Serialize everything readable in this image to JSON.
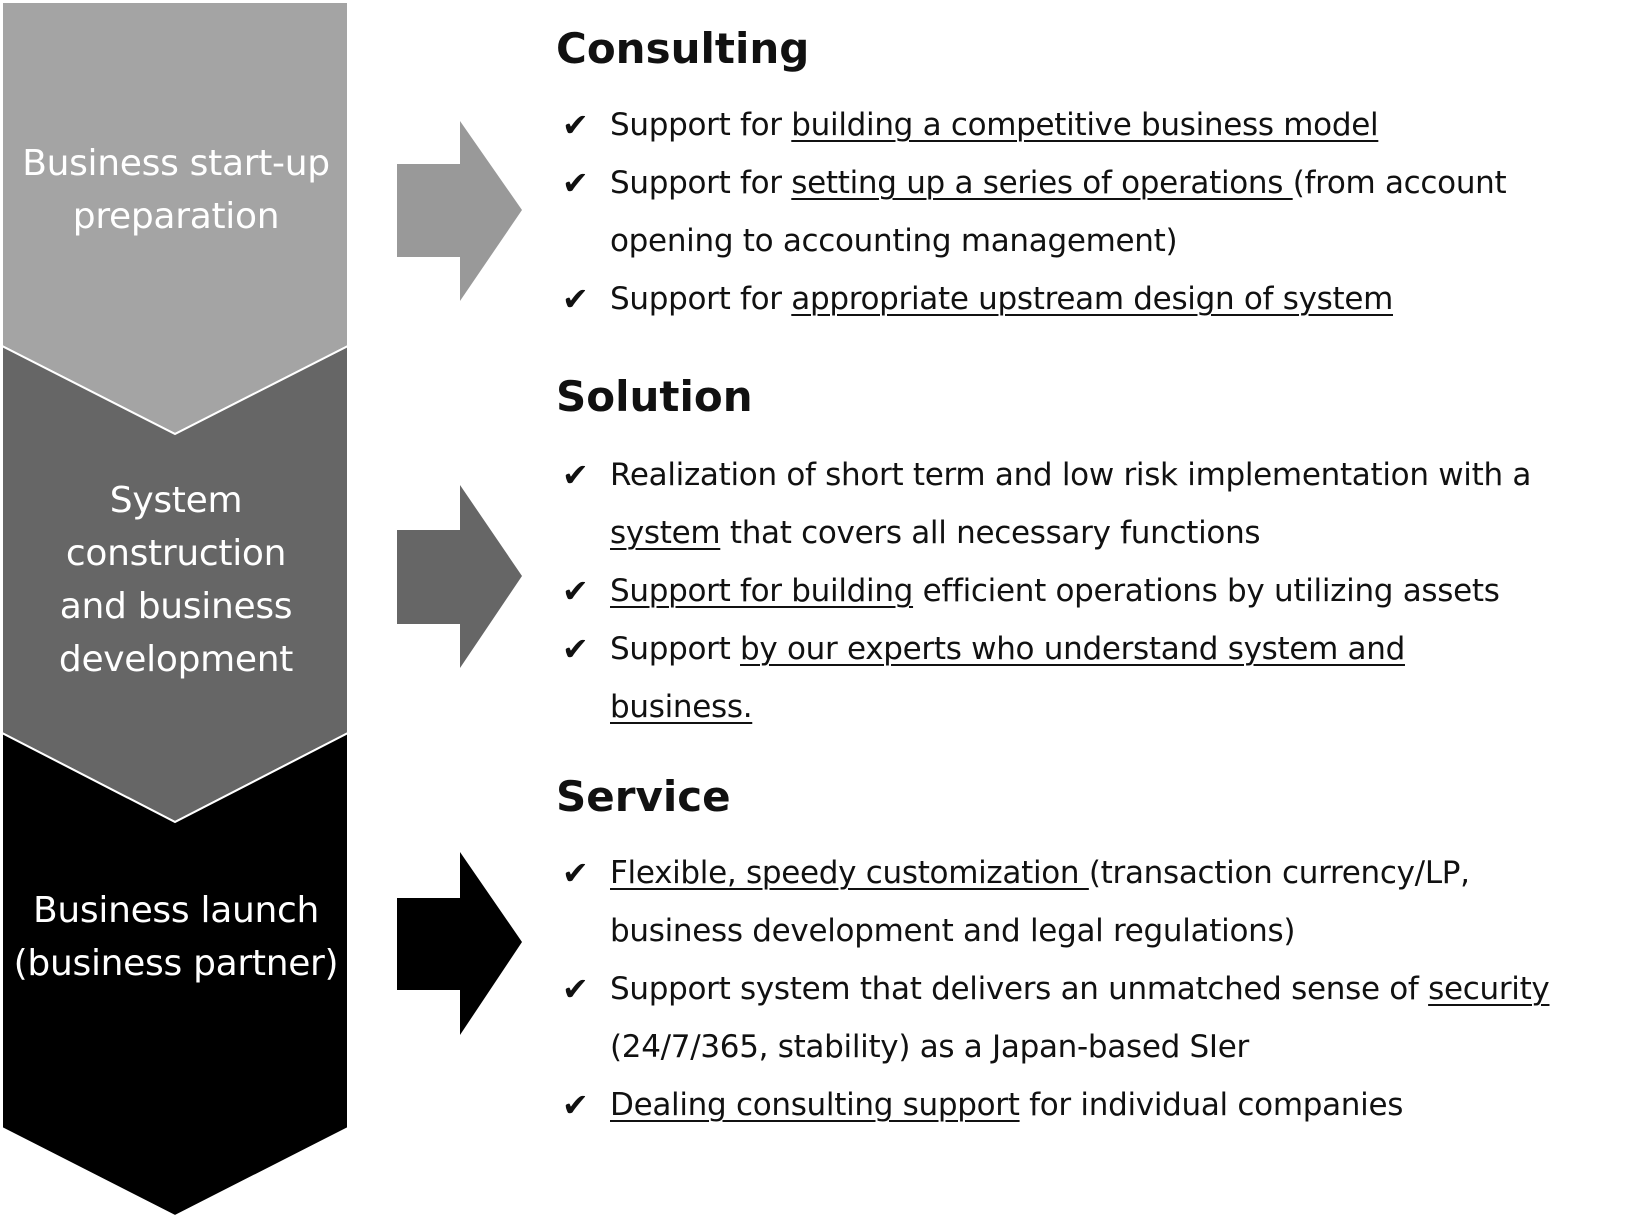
{
  "colors": {
    "stage1": "#a4a4a4",
    "stage2": "#666666",
    "stage3": "#000000",
    "arrow1": "#999999",
    "arrow2": "#666666",
    "arrow3": "#000000"
  },
  "stages": [
    {
      "label_lines": [
        "Business start-up",
        "preparation"
      ]
    },
    {
      "label_lines": [
        "System",
        "construction",
        "and business",
        "development"
      ]
    },
    {
      "label_lines": [
        "Business launch",
        "(business partner)"
      ]
    }
  ],
  "sections": [
    {
      "title": "Consulting",
      "bullets": [
        {
          "lines": [
            [
              {
                "t": "Support for ",
                "u": false
              },
              {
                "t": "building a competitive business model",
                "u": true
              }
            ]
          ]
        },
        {
          "lines": [
            [
              {
                "t": "Support for ",
                "u": false
              },
              {
                "t": "setting up a series of operations ",
                "u": true
              },
              {
                "t": "(from account",
                "u": false
              }
            ],
            [
              {
                "t": "opening to accounting management)",
                "u": false
              }
            ]
          ]
        },
        {
          "lines": [
            [
              {
                "t": "Support for ",
                "u": false
              },
              {
                "t": "appropriate upstream design of system",
                "u": true
              }
            ]
          ]
        }
      ]
    },
    {
      "title": "Solution",
      "bullets": [
        {
          "lines": [
            [
              {
                "t": "Realization of short term and low risk implementation with a",
                "u": false
              }
            ],
            [
              {
                "t": "system",
                "u": true
              },
              {
                "t": " that covers all necessary functions",
                "u": false
              }
            ]
          ]
        },
        {
          "lines": [
            [
              {
                "t": "Support for building",
                "u": true
              },
              {
                "t": " efficient operations by utilizing assets",
                "u": false
              }
            ]
          ]
        },
        {
          "lines": [
            [
              {
                "t": "Support ",
                "u": false
              },
              {
                "t": "by  our experts who understand system and",
                "u": true
              }
            ],
            [
              {
                "t": "business.",
                "u": true
              }
            ]
          ]
        }
      ]
    },
    {
      "title": "Service",
      "bullets": [
        {
          "lines": [
            [
              {
                "t": "Flexible, speedy customization ",
                "u": true
              },
              {
                "t": "(transaction currency/LP,",
                "u": false
              }
            ],
            [
              {
                "t": "business development and legal regulations)",
                "u": false
              }
            ]
          ]
        },
        {
          "lines": [
            [
              {
                "t": "Support system that delivers an unmatched sense of ",
                "u": false
              },
              {
                "t": "security",
                "u": true
              }
            ],
            [
              {
                "t": "(24/7/365, stability) as a Japan-based SIer",
                "u": false
              }
            ]
          ]
        },
        {
          "lines": [
            [
              {
                "t": "Dealing consulting support",
                "u": true
              },
              {
                "t": " for individual companies",
                "u": false
              }
            ]
          ]
        }
      ]
    }
  ]
}
